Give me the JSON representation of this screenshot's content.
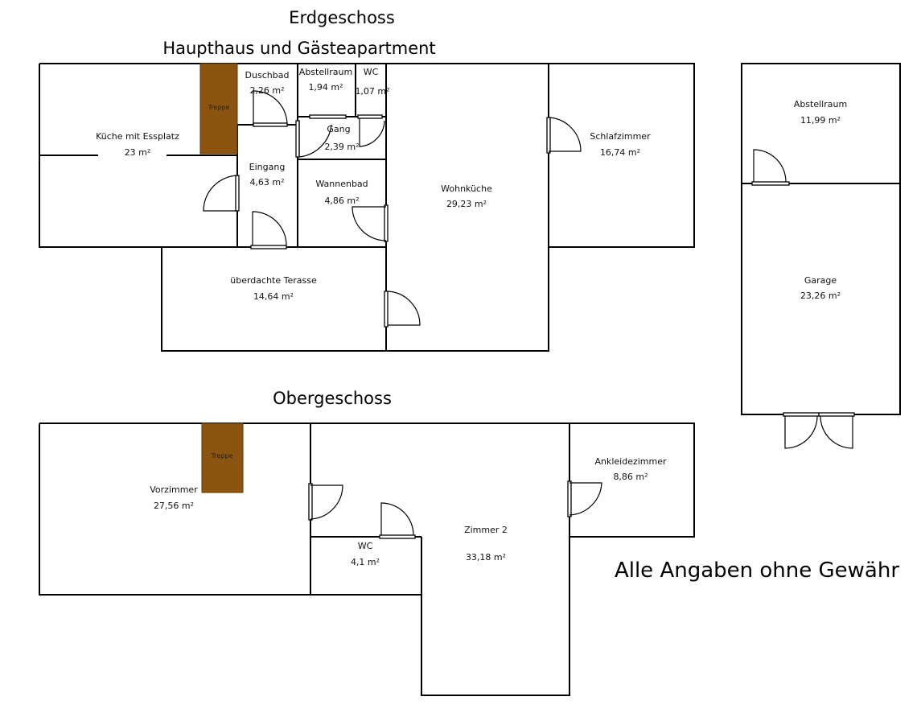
{
  "headings": {
    "title": "Erdgeschoss",
    "subtitle": "Haupthaus und Gästeapartment",
    "upper_floor": "Obergeschoss",
    "disclaimer": "Alle Angaben ohne Gewähr"
  },
  "colors": {
    "stair_fill": "#8B5410",
    "wall": "#000000",
    "background": "#ffffff"
  },
  "ground_floor": {
    "stair_label": "Treppe",
    "rooms": [
      {
        "id": "kueche",
        "name": "Küche mit Essplatz",
        "area": "23 m²"
      },
      {
        "id": "duschbad",
        "name": "Duschbad",
        "area": "2,26 m²"
      },
      {
        "id": "abstellraum",
        "name": "Abstellraum",
        "area": "1,94 m²"
      },
      {
        "id": "wc",
        "name": "WC",
        "area": "1,07 m²"
      },
      {
        "id": "gang",
        "name": "Gang",
        "area": "2,39 m²"
      },
      {
        "id": "eingang",
        "name": "Eingang",
        "area": "4,63 m²"
      },
      {
        "id": "wannenbad",
        "name": "Wannenbad",
        "area": "4,86 m²"
      },
      {
        "id": "wohnkueche",
        "name": "Wohnküche",
        "area": "29,23 m²"
      },
      {
        "id": "schlafzimmer",
        "name": "Schlafzimmer",
        "area": "16,74 m²"
      },
      {
        "id": "terasse",
        "name": "überdachte Terasse",
        "area": "14,64 m²"
      }
    ]
  },
  "garage_building": {
    "rooms": [
      {
        "id": "abstellraum-garage",
        "name": "Abstellraum",
        "area": "11,99 m²"
      },
      {
        "id": "garage",
        "name": "Garage",
        "area": "23,26 m²"
      }
    ]
  },
  "upper_floor": {
    "stair_label": "Treppe",
    "rooms": [
      {
        "id": "vorzimmer",
        "name": "Vorzimmer",
        "area": "27,56 m²"
      },
      {
        "id": "wc-og",
        "name": "WC",
        "area": "4,1 m²"
      },
      {
        "id": "zimmer2",
        "name": "Zimmer 2",
        "area": "33,18 m²"
      },
      {
        "id": "ankleidezimmer",
        "name": "Ankleidezimmer",
        "area": "8,86 m²"
      }
    ]
  }
}
